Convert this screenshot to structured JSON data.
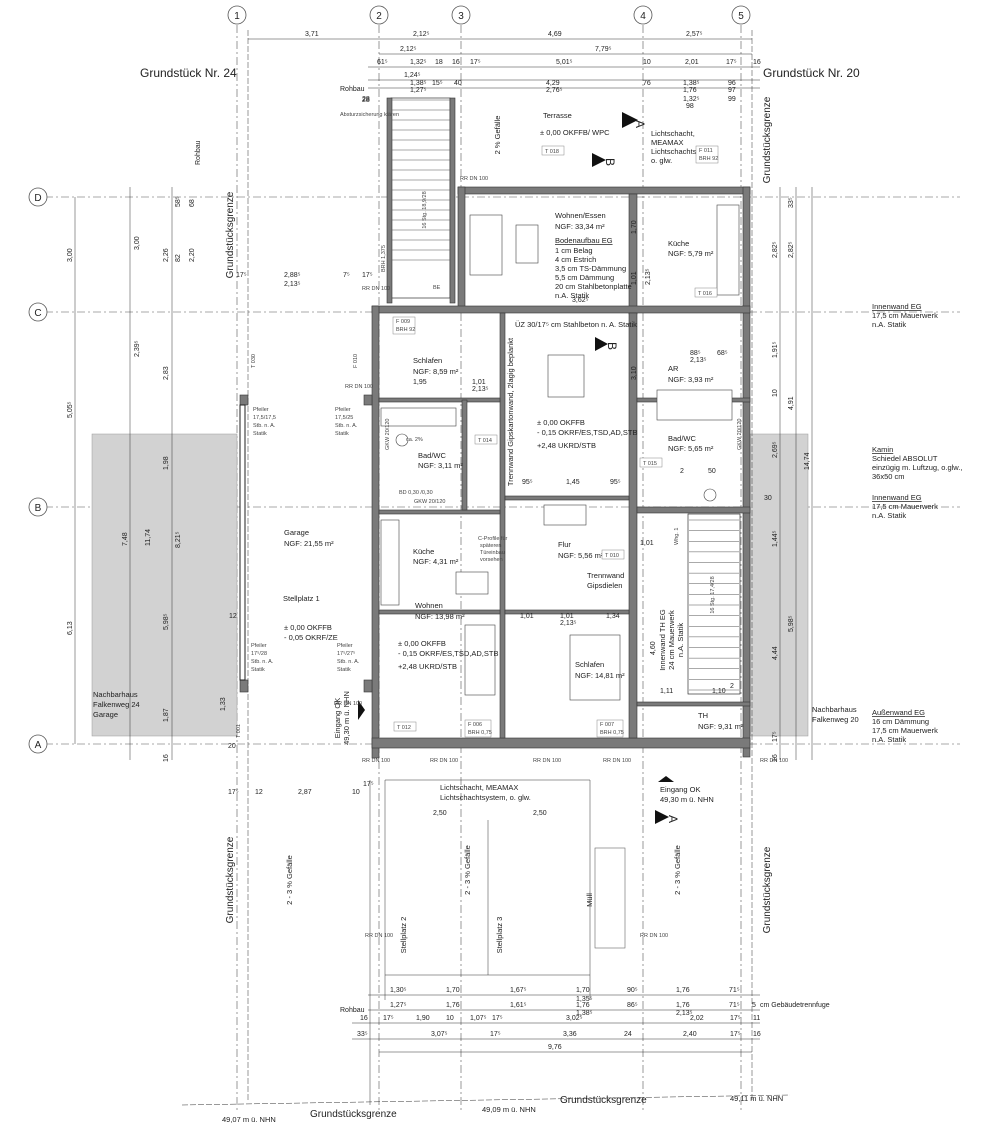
{
  "axes": {
    "columns": [
      "1",
      "2",
      "3",
      "4",
      "5"
    ],
    "rows": [
      "D",
      "C",
      "B",
      "A"
    ]
  },
  "plots": {
    "left": "Grundstück Nr. 24",
    "right": "Grundstück Nr. 20"
  },
  "boundary": "Grundstücksgrenze",
  "rohbau": "Rohbau",
  "terrace": {
    "name": "Terrasse",
    "level": "± 0,00 OKFFB/ WPC"
  },
  "lightshaft_top": [
    "Lichtschacht,",
    "MEAMAX",
    "Lichtschachtsystem",
    "o. glw."
  ],
  "lightshaft_bottom": [
    "Lichtschacht, MEAMAX",
    "Lichtschachtsystem, o. glw."
  ],
  "slope": "2 % Gefälle",
  "slope2": "2 - 3 % Gefälle",
  "stairs": "16 Stg. 18,9/28",
  "stairs_inner": "16 Stg. 17,4/28",
  "absturz": "Absturzsicherung klären",
  "rooms": [
    {
      "id": "wohnen_essen",
      "name": "Wohnen/Essen",
      "area": "NGF: 33,34 m²"
    },
    {
      "id": "kueche_top",
      "name": "Küche",
      "area": "NGF: 5,79 m²"
    },
    {
      "id": "schlafen_top",
      "name": "Schlafen",
      "area": "NGF: 8,59 m²"
    },
    {
      "id": "ar",
      "name": "AR",
      "area": "NGF: 3,93 m²"
    },
    {
      "id": "bad_left",
      "name": "Bad/WC",
      "area": "NGF: 3,11 m²"
    },
    {
      "id": "bad_right",
      "name": "Bad/WC",
      "area": "NGF: 5,65 m²"
    },
    {
      "id": "garage",
      "name": "Garage",
      "area": "NGF: 21,55 m²"
    },
    {
      "id": "kueche_left",
      "name": "Küche",
      "area": "NGF: 4,31 m²"
    },
    {
      "id": "flur",
      "name": "Flur",
      "area": "NGF: 5,56 m²"
    },
    {
      "id": "wohnen",
      "name": "Wohnen",
      "area": "NGF: 13,98 m²"
    },
    {
      "id": "schlafen_bottom",
      "name": "Schlafen",
      "area": "NGF: 14,81 m²"
    },
    {
      "id": "th",
      "name": "TH",
      "area": "NGF: 9,31 m²"
    }
  ],
  "floor_build": [
    "Bodenaufbau EG",
    "1 cm Belag",
    "4 cm Estrich",
    "3,5 cm TS-Dämmung",
    "5,5 cm Dämmung",
    "20 cm Stahlbetonplatte",
    "n.A. Statik"
  ],
  "uz": "ÜZ 30/17⁵ cm Stahlbeton n. A. Statik",
  "trennwand_gk": "Trennwand Gipskartonwand, 2lagig beplankt",
  "trennwand_gd": [
    "Trennwand",
    "Gipsdielen"
  ],
  "levels": {
    "a1": "± 0,00 OKFFB",
    "a2": "- 0,15 OKRF/ES,TSD,AD,STB",
    "a3": "+2,48 UKRD/STB",
    "g1": "± 0,00 OKFFB",
    "g2": "- 0,05 OKRF/ZE"
  },
  "stellplatz1": "Stellplatz 1",
  "stellplatz2": "Stellplatz 2",
  "stellplatz3": "Stellplatz 3",
  "muell": "Müll",
  "pfeiler": {
    "p1": [
      "Pfeiler",
      "17,5/17,5",
      "Stb. n. A.",
      "Statik"
    ],
    "p2": [
      "Pfeiler",
      "17,5/25",
      "Stb. n. A.",
      "Statik"
    ],
    "p3": [
      "Pfeiler",
      "17⁵/28",
      "Stb. n. A.",
      "Statik"
    ],
    "p4": [
      "Pfeiler",
      "17⁵/27⁵",
      "Stb. n. A.",
      "Statik"
    ]
  },
  "entrance": {
    "label": "Eingang OK",
    "level": "49,30 m ü. NHN"
  },
  "neighbors": {
    "left": [
      "Nachbarhaus",
      "Falkenweg 24",
      "Garage"
    ],
    "right": [
      "Nachbarhaus",
      "Falkenweg 20"
    ]
  },
  "right_notes": {
    "innen1": [
      "Innenwand EG",
      "17,5 cm Mauerwerk",
      "n.A. Statik"
    ],
    "kamin": [
      "Kamin",
      "Schiedel ABSOLUT",
      "einzügig m. Luftzug, o.glw.,",
      "36x50 cm"
    ],
    "innen2": [
      "Innenwand EG",
      "17,5 cm Mauerwerk",
      "n.A. Statik"
    ],
    "aussen": [
      "Außenwand EG",
      "16 cm Dämmung",
      "17,5 cm Mauerwerk",
      "n.A. Statik"
    ]
  },
  "th_wall": [
    "Innenwand TH EG",
    "24 cm Mauerwerk",
    "n.A. Statik"
  ],
  "section": {
    "A": "A",
    "B": "B"
  },
  "tags": {
    "t018": "T 018",
    "t016": "T 016",
    "t030": "T 030",
    "t014": "T 014",
    "t015": "T 015",
    "t010": "T 010",
    "t012": "T 012",
    "t001": "T 001",
    "f009": "F 009",
    "f011": "F 011",
    "f006": "F 006",
    "f007": "F 007",
    "f010": "F 010"
  },
  "rr": "RR DN 100",
  "dims_top": {
    "d1": "3,71",
    "d2": "2,12⁵",
    "d3": "4,69",
    "d4": "2,57⁵",
    "e1": "2,12⁵",
    "e2": "7,79⁵",
    "f1": "61⁵",
    "f2": "1,32⁵",
    "f3": "18",
    "f4": "16",
    "f5": "17⁵",
    "f6": "5,01⁵",
    "f7": "10",
    "f8": "2,01",
    "f9": "17⁵",
    "f10": "16",
    "g1": "1,24⁵",
    "g2": "1,38⁵",
    "g3": "15⁵",
    "g4": "40",
    "g5": "4,29",
    "g6": "76",
    "g7": "1,38⁵",
    "g8": "96",
    "h1": "1,27⁵",
    "h2": "2,76⁵",
    "h3": "1,76",
    "h4": "97",
    "h5": "1,32⁵",
    "h6": "99",
    "h7": "98",
    "r28": "28",
    "s10": "10"
  },
  "dims_bottom": {
    "b1": "1,30⁵",
    "b2": "1,70",
    "b3": "1,67⁵",
    "b4": "1,70",
    "b5": "90⁵",
    "b6": "1,76",
    "b7": "71⁵",
    "b8": "1,35⁵",
    "c1": "1,27⁵",
    "c2": "1,76",
    "c3": "1,61⁵",
    "c4": "1,76",
    "c5": "86⁵",
    "c6": "1,76",
    "c7": "71⁵",
    "c8": "1,38⁵",
    "c9": "2,13⁵",
    "c10": "5",
    "c11": "cm Gebäudetrennfuge",
    "d1": "16",
    "d2": "17⁵",
    "d3": "1,90",
    "d4": "10",
    "d5": "1,07⁵",
    "d6": "17⁵",
    "d7": "3,02⁵",
    "d8": "2,02",
    "d9": "17⁵",
    "d10": "11",
    "e1": "33⁵",
    "e2": "3,07⁵",
    "e3": "17⁵",
    "e4": "3,36",
    "e5": "24",
    "e6": "2,40",
    "e7": "17⁵",
    "e8": "16",
    "f1": "9,76",
    "g1": "2,50",
    "g2": "2,50",
    "g3": "2,87",
    "g4": "10",
    "g5": "17⁵",
    "g6": "17⁵",
    "g7": "12"
  },
  "dims_left": {
    "a": "3,00",
    "b": "5,05⁵",
    "c": "7,48",
    "d": "11,74",
    "e": "6,13",
    "f": "3,00",
    "g": "2,26",
    "h": "2,20",
    "i": "58⁵",
    "j": "68",
    "k": "82",
    "l": "2,39⁵",
    "m": "2,83",
    "n": "1,98",
    "o": "5,98⁵",
    "p": "8,21⁵",
    "q": "1,33",
    "r": "1,87",
    "s": "2,88⁵",
    "t": "2,13⁵",
    "u": "7⁵",
    "v": "28",
    "w": "17⁵",
    "x": "16",
    "y": "20",
    "z": "12"
  },
  "dims_right": {
    "a": "33⁵",
    "b": "2,82⁵",
    "c": "1,91⁵",
    "d": "4,91",
    "e": "14,74",
    "f": "2,69⁵",
    "g": "1,44⁵",
    "h": "5,98⁵",
    "i": "4,44",
    "j": "17⁵",
    "k": "16",
    "l": "10",
    "m": "30"
  },
  "inner_dims": {
    "i1": "1,95",
    "i2": "1,01",
    "i3": "2,13⁵",
    "i4": "95⁵",
    "i5": "1,45",
    "i6": "95⁵",
    "i7": "1,01",
    "i8": "1,34",
    "i9": "2,13⁵",
    "i10": "1,01",
    "i11": "1,01",
    "i12": "1,11",
    "i13": "1,10",
    "i14": "2",
    "i15": "3,10",
    "i16": "1,70",
    "i17": "2,13⁵",
    "i18": "1,01",
    "i19": "3,62⁵",
    "i20": "88⁵",
    "i21": "2,13⁵",
    "i22": "68⁵",
    "i23": "4,60",
    "i24": "50",
    "i25": "2"
  },
  "gkw": [
    "GKW 20/120",
    "GKW 20/120",
    "GKW 20/120"
  ],
  "bd": "BD 0,30 /0,30",
  "ca": "ca. 2%",
  "heights": {
    "h1": "49,07 m ü. NHN",
    "h2": "49,09 m ü. NHN",
    "h3": "49,11 m ü. NHN"
  },
  "brh": {
    "b1": "BRH 92",
    "b2": "BRH 92",
    "b3": "BRH 0,75",
    "b4": "BRH 0,75",
    "b5": "BRH 1,375"
  },
  "profile": [
    "C-Profile für",
    "späteren",
    "Türeinbau",
    "vorsehen"
  ],
  "wohnung": "Whg. 1",
  "be": "BE",
  "rrd": "RR DN 100"
}
